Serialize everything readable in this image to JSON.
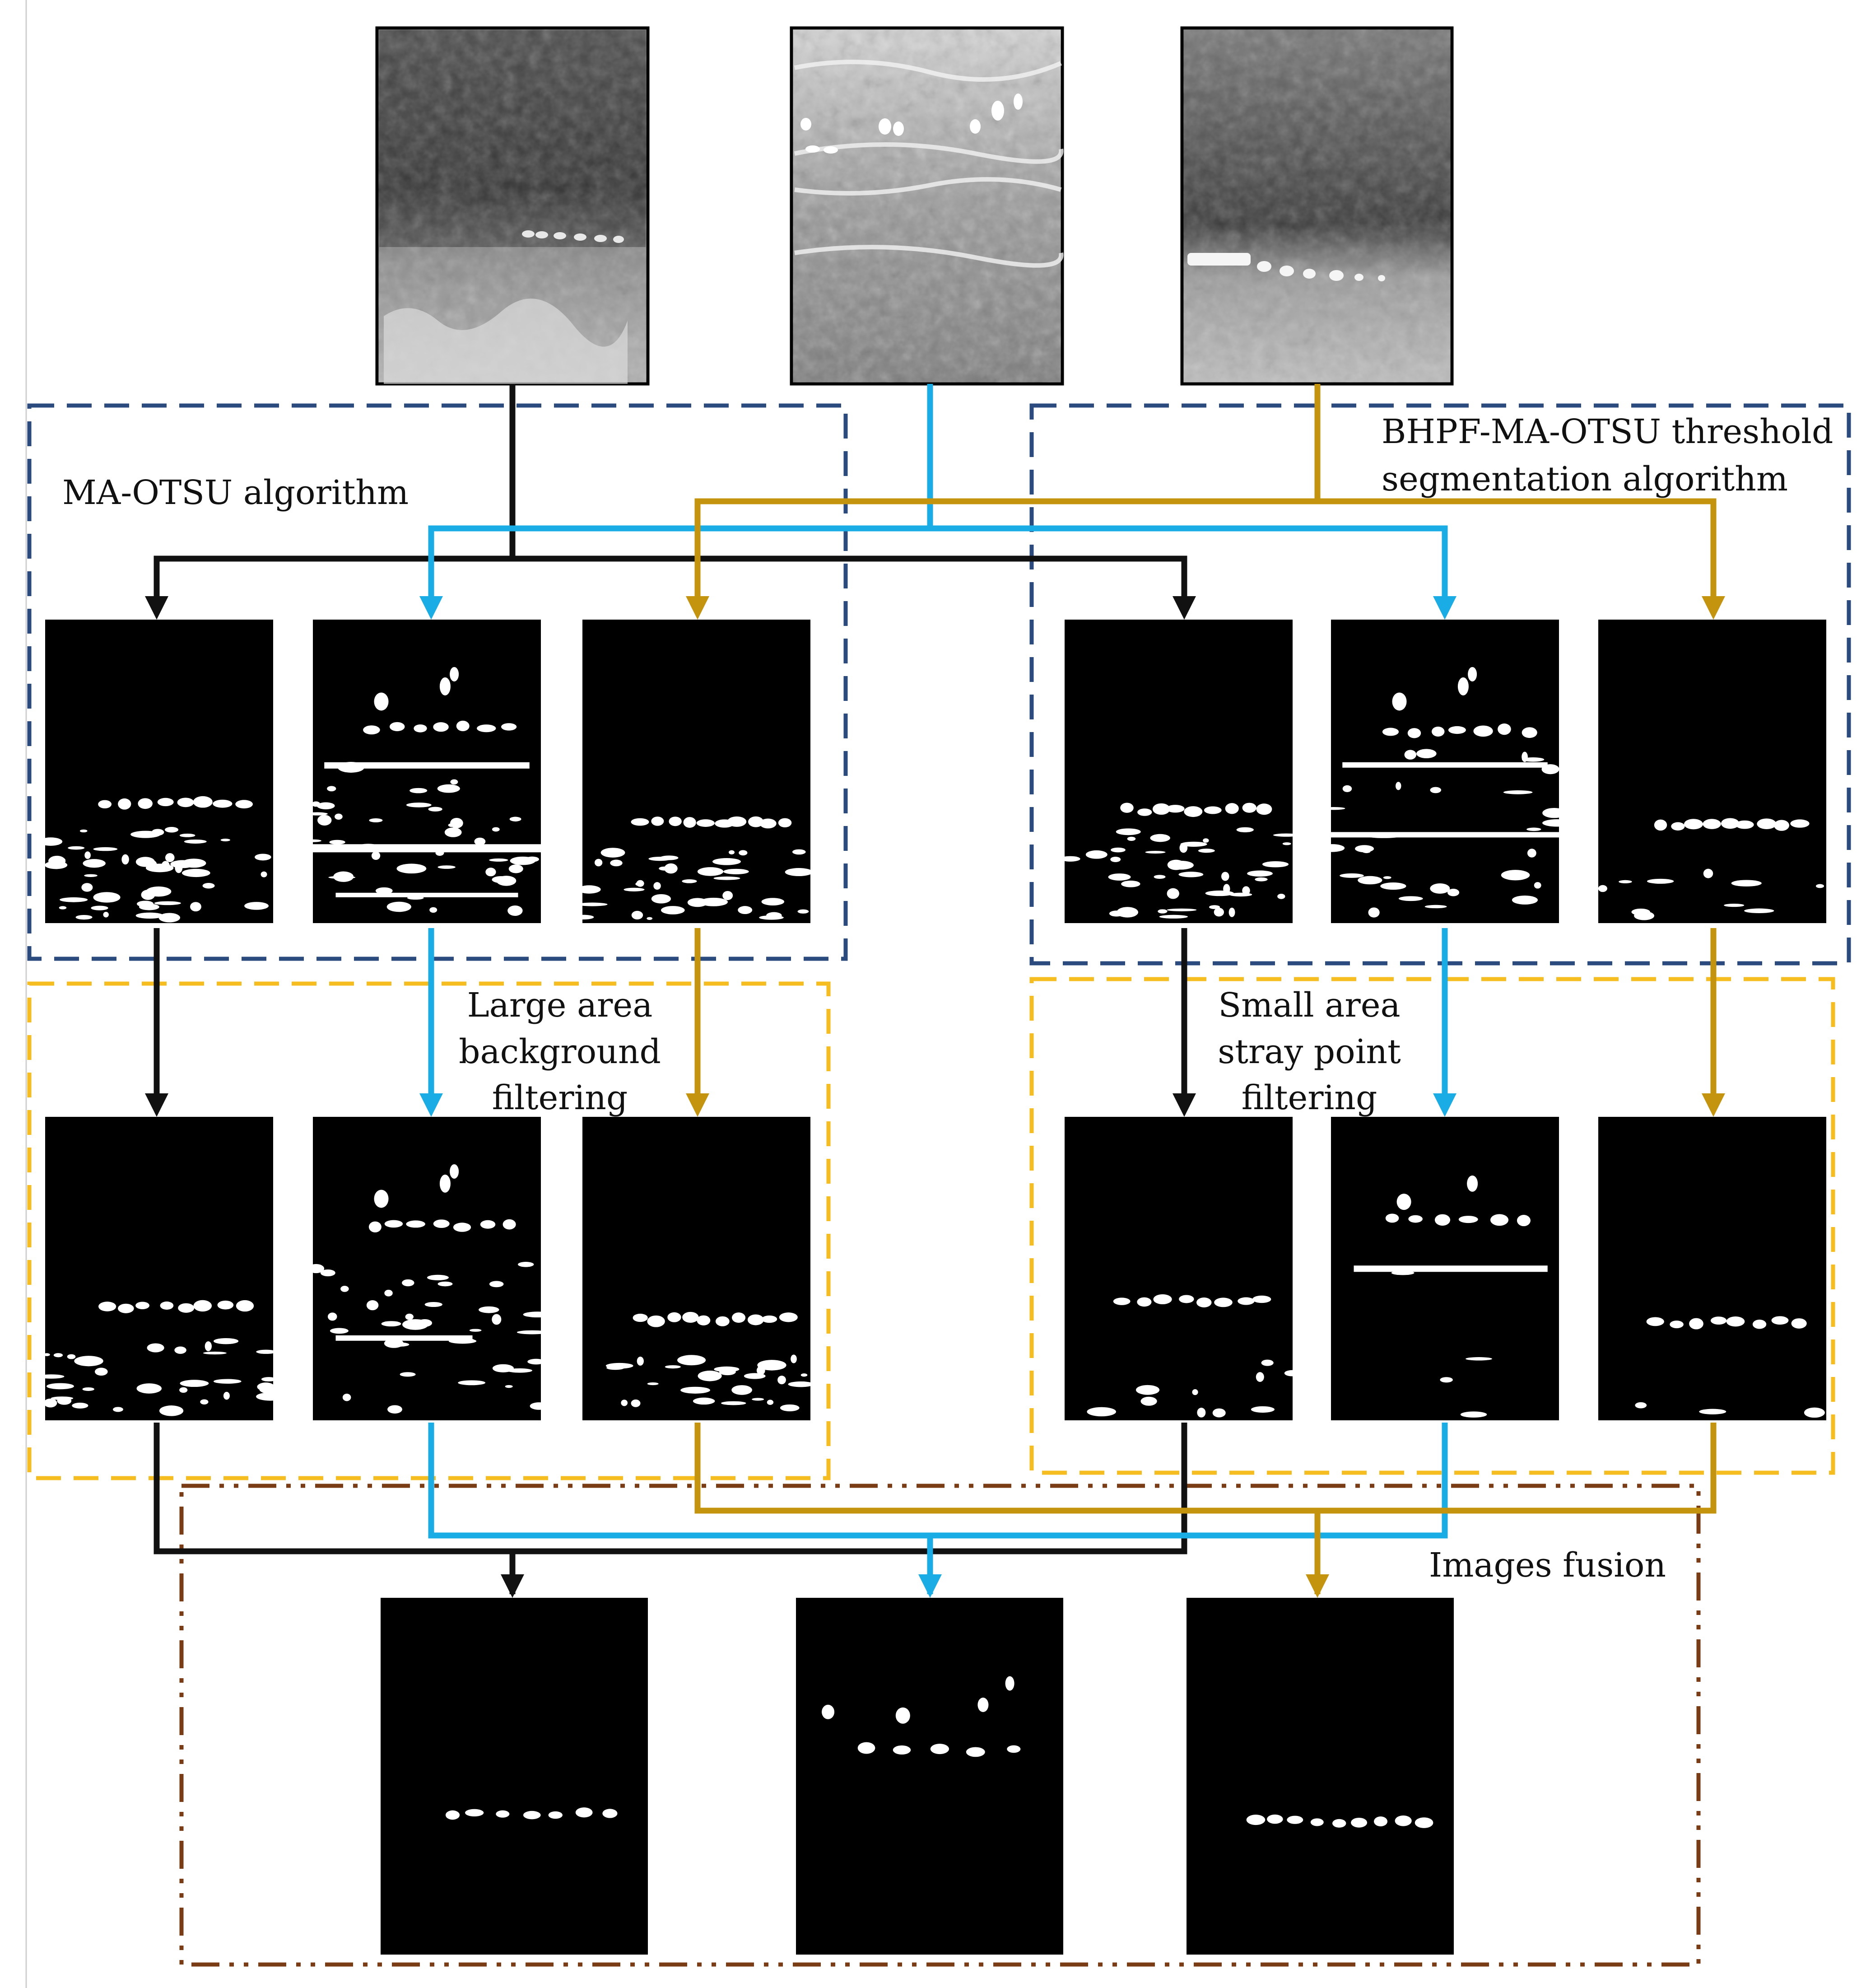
{
  "labels": {
    "ma_otsu": "MA-OTSU algorithm",
    "bhpf_line1": "BHPF-MA-OTSU threshold",
    "bhpf_line2": "segmentation algorithm",
    "large_line1": "Large area",
    "large_line2": "background",
    "large_line3": "filtering",
    "small_line1": "Small area",
    "small_line2": "stray point",
    "small_line3": "filtering",
    "fusion": "Images fusion"
  },
  "colors": {
    "black_path": "#111111",
    "blue_path": "#1aace5",
    "gold_path": "#c4940f",
    "ma_box": "#2b4a7e",
    "filter_box": "#f5bd1f",
    "fusion_box": "#7a3c15"
  },
  "images": {
    "inputs": [
      "thermal-input-1",
      "thermal-input-2",
      "thermal-input-3"
    ],
    "stage": [
      "ma-otsu-result",
      "bhpf-result",
      "large-area-filtered",
      "small-area-filtered",
      "fused-result"
    ]
  }
}
